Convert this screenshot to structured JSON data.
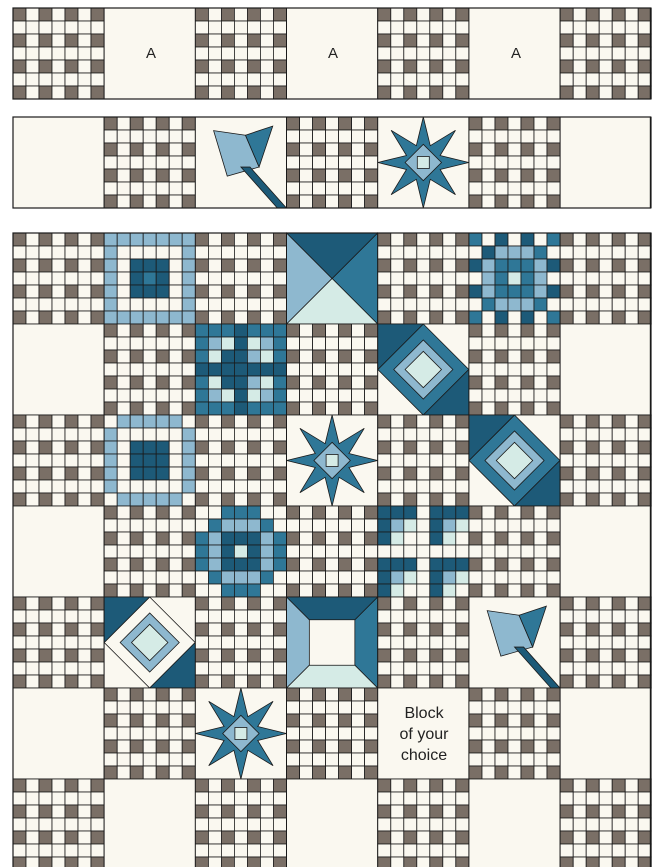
{
  "labels": {
    "a": "A",
    "choice": [
      "Block",
      "of your",
      "choice"
    ]
  },
  "colors": {
    "background": "#faf8f0",
    "brown": "#7a6f66",
    "dark_teal": "#1d5a78",
    "mid_teal": "#2f7797",
    "light_blue": "#8eb8cf",
    "pale_blue": "#d5ebe6",
    "outline": "#1a1a1a"
  },
  "rows": [
    {
      "section": "top",
      "blocks": [
        "checker",
        "A",
        "checker",
        "A",
        "checker",
        "A",
        "checker"
      ]
    },
    {
      "section": "second",
      "blocks": [
        "plain",
        "checker",
        "leaf",
        "checker",
        "star-medallion",
        "checker",
        "plain"
      ]
    },
    {
      "section": "main",
      "blocks": [
        "checker",
        "heart-frame",
        "checker",
        "triangle-pinwheel",
        "checker",
        "sawtooth-star",
        "checker"
      ]
    },
    {
      "section": "main",
      "blocks": [
        "plain",
        "checker",
        "butterfly",
        "checker",
        "square-in-star",
        "checker",
        "plain"
      ]
    },
    {
      "section": "main",
      "blocks": [
        "checker",
        "framed-square",
        "checker",
        "eight-point-star",
        "checker",
        "diamond-in-square",
        "checker"
      ]
    },
    {
      "section": "main",
      "blocks": [
        "plain",
        "checker",
        "ring-medallion",
        "checker",
        "four-patch-cabins",
        "checker",
        "plain"
      ]
    },
    {
      "section": "main",
      "blocks": [
        "checker",
        "pinwheel-diamond",
        "checker",
        "churn-dash",
        "checker",
        "maple-leaf",
        "checker"
      ]
    },
    {
      "section": "main",
      "blocks": [
        "plain",
        "checker",
        "le-moyne-star",
        "checker",
        "choice",
        "checker",
        "plain"
      ]
    },
    {
      "section": "main",
      "blocks": [
        "checker",
        "plain",
        "checker",
        "plain",
        "checker",
        "plain",
        "checker"
      ]
    }
  ]
}
